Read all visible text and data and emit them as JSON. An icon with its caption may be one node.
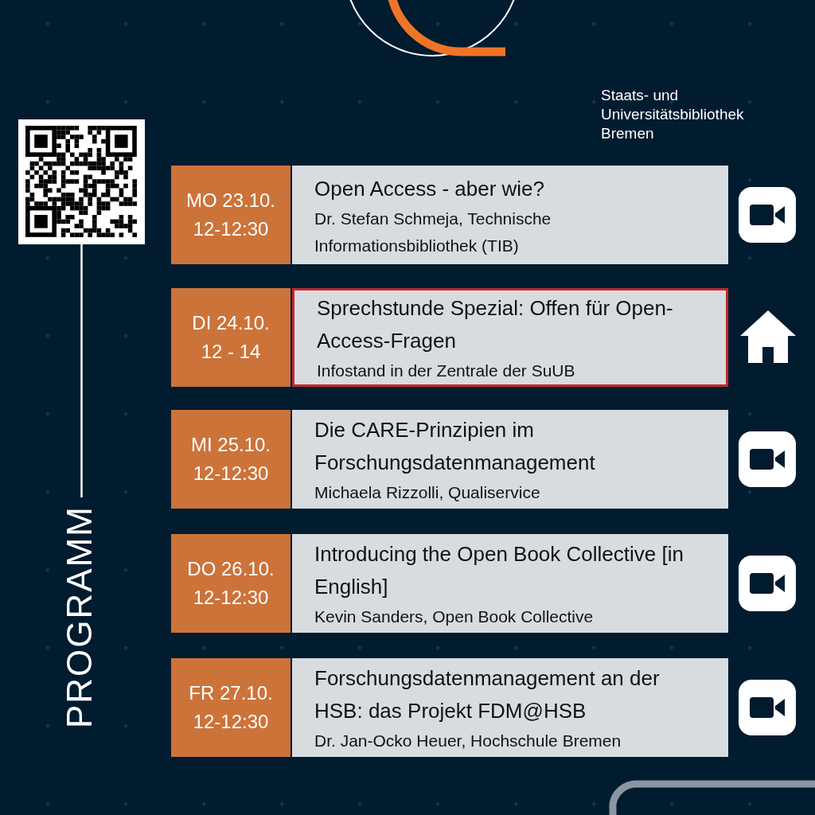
{
  "diagram": {
    "nodes": [
      {
        "text": [],
        "shape": "picture"
      },
      {
        "text": [
          "PROGRAMM"
        ]
      },
      {
        "text": [
          "MO 23.10.",
          "12-12:30"
        ]
      },
      {
        "text": [
          "Open Access - aber wie?",
          "Dr. Stefan Schmeja, Technische Informationsbibliothek (TIB)"
        ]
      },
      {
        "text": [
          "DI 24.10.",
          "12 - 14"
        ]
      },
      {
        "text": [
          "Sprechstunde Spezial: Offen für Open-Access-Fragen",
          "Infostand in der Zentrale der SuUB"
        ]
      },
      {
        "text": [
          "MI 25.10.",
          "12-12:30"
        ]
      },
      {
        "text": [
          "Die CARE-Prinzipien im Forschungsdatenmanagement",
          "Michaela Rizzolli, Qualiservice"
        ]
      },
      {
        "text": [
          "DO 26.10.",
          "12-12:30"
        ]
      },
      {
        "text": [
          "Introducing the Open Book Collective  [in English]",
          "Kevin Sanders, Open Book Collective"
        ]
      },
      {
        "text": [
          "FR 27.10.",
          "12-12:30"
        ]
      },
      {
        "text": [
          "Forschungsdatenmanagement an der HSB: das Projekt FDM@HSB",
          "Dr. Jan-Ocko Heuer, Hochschule Bremen"
        ]
      }
    ],
    "edges": [
      {
        "from": 0,
        "to": 1,
        "arrow": "none"
      }
    ],
    "labels": [
      "Staats- und Universitätsbibliothek Bremen"
    ]
  }
}
